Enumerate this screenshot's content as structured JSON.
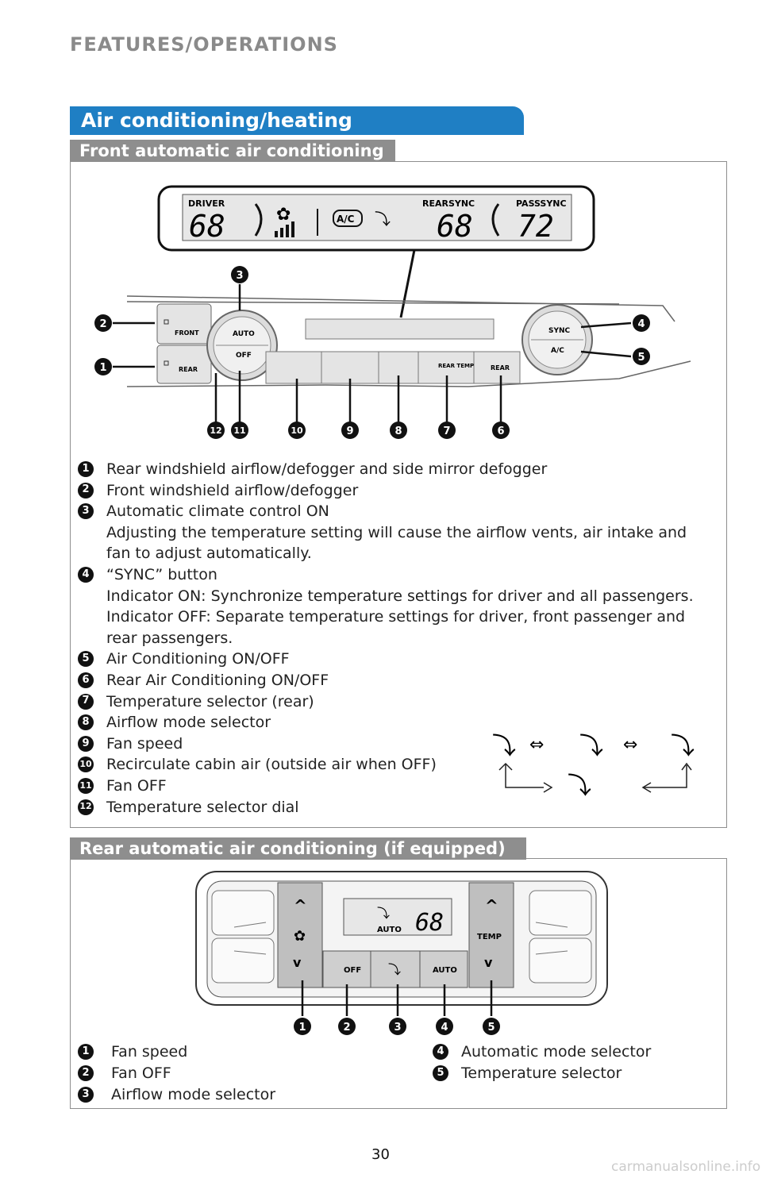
{
  "header": {
    "section": "FEATURES/OPERATIONS"
  },
  "title": "Air conditioning/heating",
  "front": {
    "heading": "Front automatic air conditioning",
    "display": {
      "driver_label": "DRIVER",
      "driver_temp": "68",
      "ac": "A/C",
      "rear_sync": "REARSYNC",
      "rear_temp": "68",
      "pass_sync": "PASSSYNC",
      "pass_temp": "72"
    },
    "panel_labels": {
      "front": "FRONT",
      "rear_def": "REAR",
      "auto": "AUTO",
      "off": "OFF",
      "sync": "SYNC",
      "ac": "A/C",
      "rear_temp": "REAR TEMP",
      "rear": "REAR"
    },
    "callouts": [
      "1",
      "2",
      "3",
      "4",
      "5",
      "6",
      "7",
      "8",
      "9",
      "10",
      "11",
      "12"
    ],
    "items": [
      {
        "n": "1",
        "text": "Rear windshield airflow/defogger and side mirror defogger"
      },
      {
        "n": "2",
        "text": "Front windshield airflow/defogger"
      },
      {
        "n": "3",
        "text": "Automatic climate control ON"
      },
      {
        "n": "",
        "text": "Adjusting the temperature setting will cause the airflow vents, air intake and"
      },
      {
        "n": "",
        "text": "fan to adjust automatically."
      },
      {
        "n": "4",
        "text": "“SYNC” button"
      },
      {
        "n": "",
        "text": "Indicator ON: Synchronize temperature settings for driver and all passengers."
      },
      {
        "n": "",
        "text": "Indicator OFF: Separate temperature settings for driver, front passenger and"
      },
      {
        "n": "",
        "text": "rear passengers."
      },
      {
        "n": "5",
        "text": "Air Conditioning ON/OFF"
      },
      {
        "n": "6",
        "text": "Rear Air Conditioning ON/OFF"
      },
      {
        "n": "7",
        "text": "Temperature selector (rear)"
      },
      {
        "n": "8",
        "text": "Airflow mode selector"
      },
      {
        "n": "9",
        "text": "Fan speed"
      },
      {
        "n": "10",
        "text": "Recirculate cabin air (outside air when OFF)"
      },
      {
        "n": "11",
        "text": "Fan OFF"
      },
      {
        "n": "12",
        "text": "Temperature selector dial"
      }
    ]
  },
  "rear": {
    "heading": "Rear automatic air conditioning (if equipped)",
    "display": {
      "auto": "AUTO",
      "temp": "68"
    },
    "panel_labels": {
      "off": "OFF",
      "auto": "AUTO",
      "temp": "TEMP"
    },
    "callouts": [
      "1",
      "2",
      "3",
      "4",
      "5"
    ],
    "items_left": [
      {
        "n": "1",
        "text": "Fan speed"
      },
      {
        "n": "2",
        "text": "Fan OFF"
      },
      {
        "n": "3",
        "text": "Airflow mode selector"
      }
    ],
    "items_right": [
      {
        "n": "4",
        "text": "Automatic mode selector"
      },
      {
        "n": "5",
        "text": "Temperature selector"
      }
    ]
  },
  "footer": {
    "page": "30",
    "watermark": "carmanualsonline.info"
  }
}
